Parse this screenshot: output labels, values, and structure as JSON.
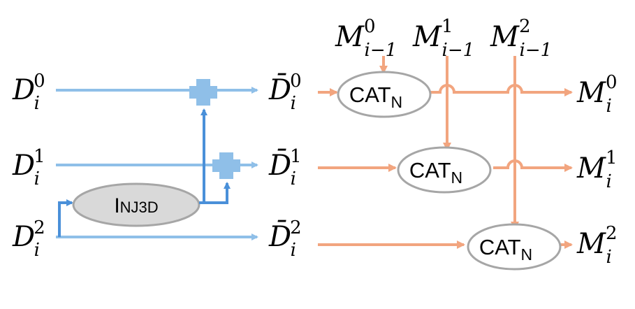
{
  "inputs": [
    {
      "base": "D",
      "sub": "i",
      "sup": "0"
    },
    {
      "base": "D",
      "sub": "i",
      "sup": "1"
    },
    {
      "base": "D",
      "sub": "i",
      "sup": "2"
    }
  ],
  "mids": [
    {
      "base": "D̄",
      "sub": "i",
      "sup": "0"
    },
    {
      "base": "D̄",
      "sub": "i",
      "sup": "1"
    },
    {
      "base": "D̄",
      "sub": "i",
      "sup": "2"
    }
  ],
  "prev_memories": [
    {
      "base": "M",
      "sub": "i−1",
      "sup": "0"
    },
    {
      "base": "M",
      "sub": "i−1",
      "sup": "1"
    },
    {
      "base": "M",
      "sub": "i−1",
      "sup": "2"
    }
  ],
  "outputs": [
    {
      "base": "M",
      "sub": "i",
      "sup": "0"
    },
    {
      "base": "M",
      "sub": "i",
      "sup": "1"
    },
    {
      "base": "M",
      "sub": "i",
      "sup": "2"
    }
  ],
  "inject_node": {
    "first": "I",
    "rest": "NJ3D"
  },
  "cat_nodes": [
    {
      "main": "CAT",
      "sub": "N"
    },
    {
      "main": "CAT",
      "sub": "N"
    },
    {
      "main": "CAT",
      "sub": "N"
    }
  ],
  "colors": {
    "blue_light": "#8fbfe8",
    "blue_dark": "#4a90d9",
    "orange": "#f2a57f",
    "node_fill": "#d9d9d9",
    "node_stroke": "#a6a6a6"
  }
}
